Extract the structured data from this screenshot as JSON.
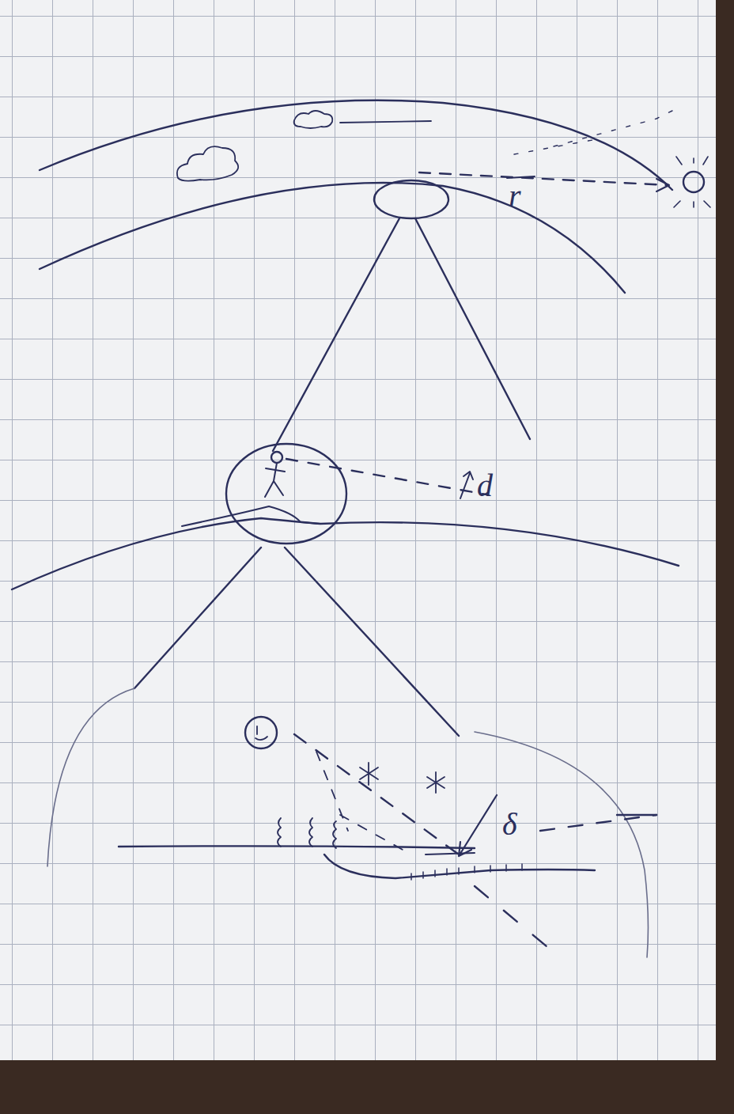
{
  "diagram": {
    "labels": [
      "r",
      "d",
      "δ"
    ]
  }
}
